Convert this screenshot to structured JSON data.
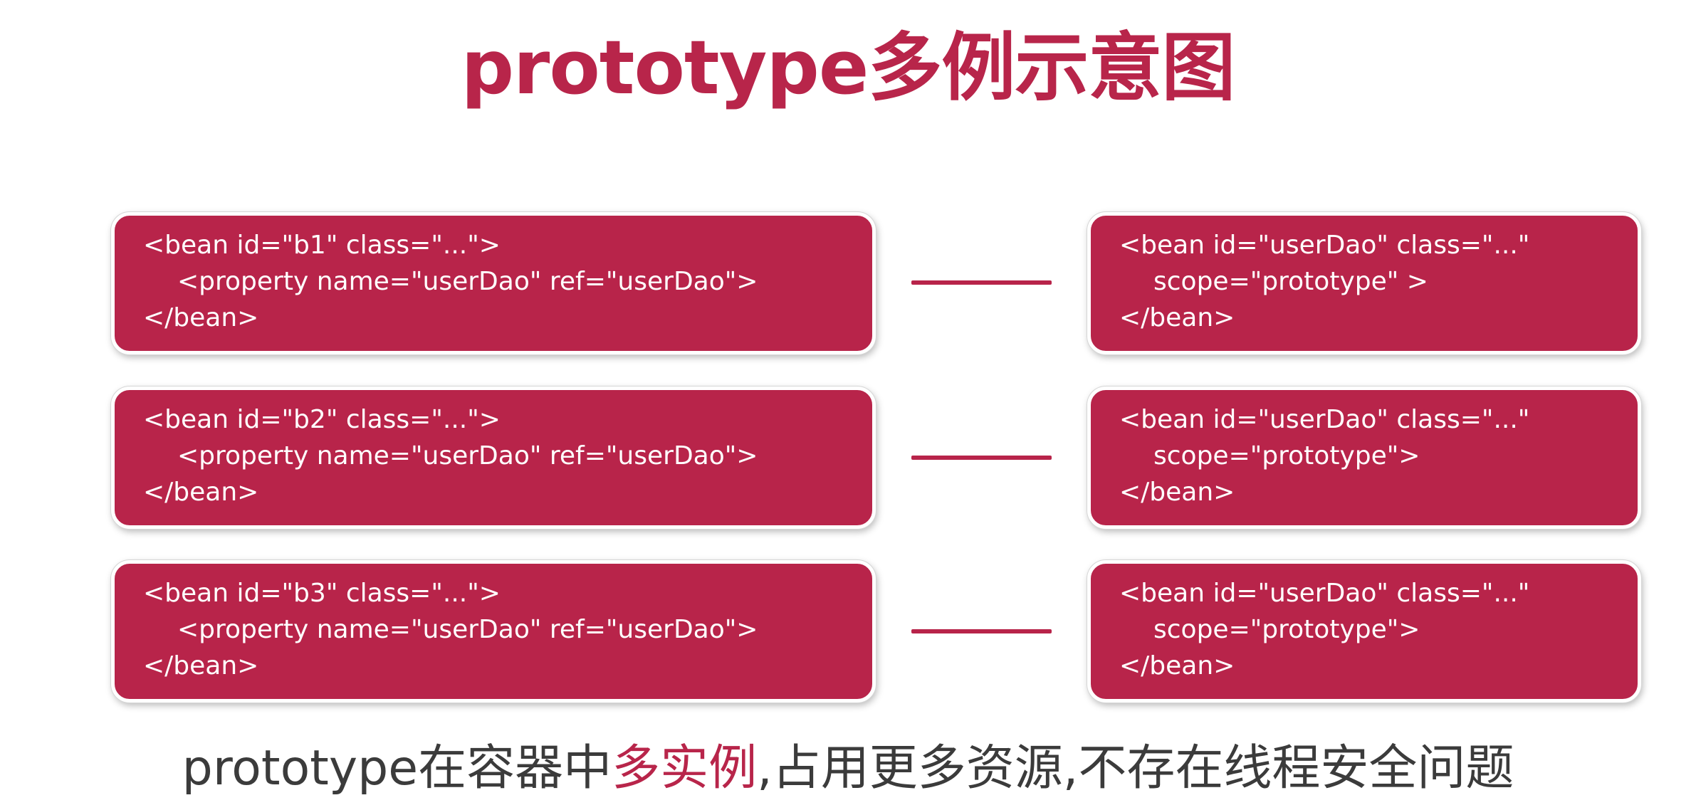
{
  "title": "prototype多例示意图",
  "rows": [
    {
      "left": {
        "line1": "<bean id=\"b1\" class=\"...\">",
        "line2": "<property name=\"userDao\" ref=\"userDao\">",
        "line3": "</bean>"
      },
      "right": {
        "line1": "<bean id=\"userDao\" class=\"...\"",
        "line2": "scope=\"prototype\" >",
        "line3": "</bean>"
      }
    },
    {
      "left": {
        "line1": "<bean id=\"b2\" class=\"...\">",
        "line2": "<property name=\"userDao\" ref=\"userDao\">",
        "line3": "</bean>"
      },
      "right": {
        "line1": "<bean id=\"userDao\" class=\"...\"",
        "line2": "scope=\"prototype\">",
        "line3": "</bean>"
      }
    },
    {
      "left": {
        "line1": "<bean id=\"b3\" class=\"...\">",
        "line2": "<property name=\"userDao\" ref=\"userDao\">",
        "line3": "</bean>"
      },
      "right": {
        "line1": "<bean id=\"userDao\" class=\"...\"",
        "line2": "scope=\"prototype\">",
        "line3": "</bean>"
      }
    }
  ],
  "caption": {
    "part1": "prototype在容器中",
    "highlight": "多实例",
    "part2": ",占用更多资源,不存在线程安全问题"
  },
  "colors": {
    "accent": "#b8244a",
    "caption_text": "#3b3b3b",
    "box_text": "#ffffff"
  }
}
